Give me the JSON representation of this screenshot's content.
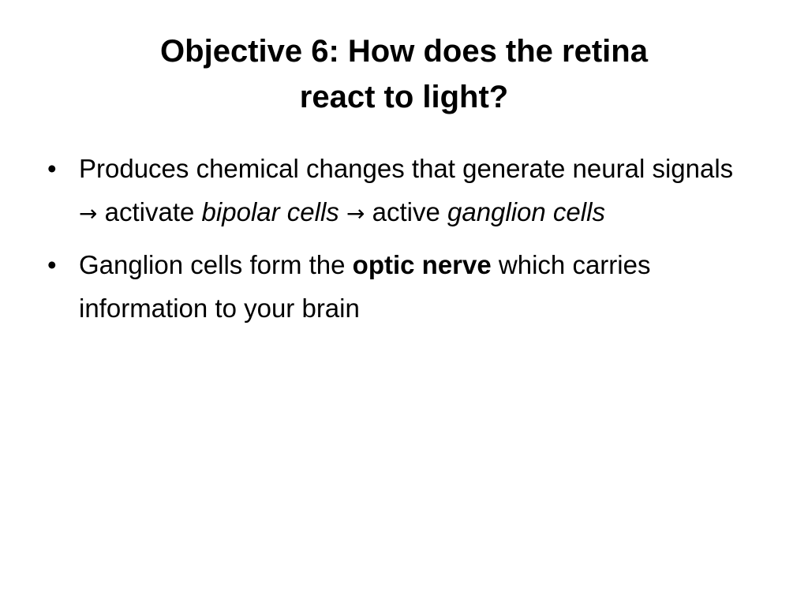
{
  "slide": {
    "title_line1": "Objective 6: How does the retina",
    "title_line2": "react to light?",
    "bullet1": {
      "t1": "Produces chemical changes that generate neural signals ",
      "arrow1": "→",
      "t2": " activate ",
      "italic1": "bipolar cells",
      "t3": " ",
      "arrow2": "→",
      "t4": " active ",
      "italic2": "ganglion cells"
    },
    "bullet2": {
      "t1": "Ganglion cells form the ",
      "bold1": "optic nerve",
      "t2": " which carries information to your brain"
    }
  }
}
